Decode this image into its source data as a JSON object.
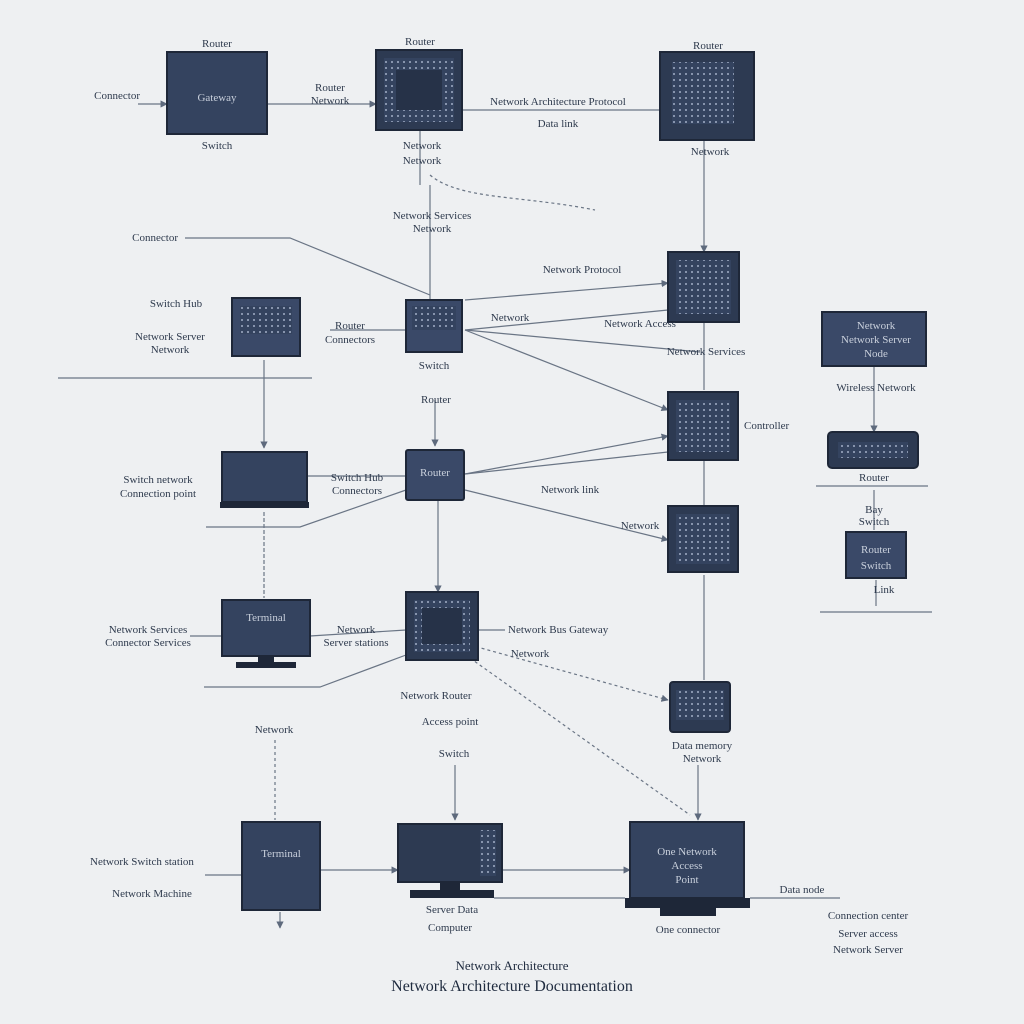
{
  "diagram": {
    "subtitle": "Network Architecture",
    "title": "Network Architecture Documentation",
    "labels": {
      "n1_top": "Router",
      "n1_left": "Connector",
      "n1_box": "Gateway",
      "n1_bottom": "Switch",
      "n2_top": "Router",
      "n2_mid1": "Router",
      "n2_mid2": "Network",
      "n2_mid3": "Network",
      "n3_top": "Router",
      "link_top": "Network Architecture Protocol",
      "link_top2": "Data link",
      "n3_bottom": "Network",
      "mid_a": "Network",
      "mid_b": "Network Services",
      "mid_c": "Network",
      "left_conn": "Connector",
      "server_top": "Switch Hub",
      "server_l1": "Network Server",
      "server_l2": "Network",
      "node_mid_l1": "Router",
      "node_mid_l2": "Connectors",
      "node_mid_bottom": "Switch",
      "right_mid1": "Network Protocol",
      "right_mid2": "Network",
      "right_mid3": "Network Access",
      "cpu1_right": "Network",
      "line_a": "Network Services",
      "cpu2_right": "Controller",
      "hub_up": "Router",
      "lap_left1": "Switch network",
      "lap_left2": "Connection point",
      "sw_right1": "Switch Hub",
      "sw_right2": "Connectors",
      "sw_box": "Router",
      "mid_link": "Network link",
      "cpu3_line": "Network",
      "mon_left1": "Network Services",
      "mon_left2": "Connector Services",
      "mon_box": "Terminal",
      "mon_right1": "Network",
      "mon_right2": "Server stations",
      "mb_right": "Network Bus Gateway",
      "mb_bottom1": "Network Router",
      "mb_bottom2": "Access point",
      "mb_bottom3": "Switch",
      "line_b": "Network",
      "small_right1": "Data memory",
      "small_right2": "Network",
      "mon_bottom": "Network",
      "panel_l1": "Network",
      "panel_l2": "Network Server",
      "panel_l3": "Node",
      "panel_below": "Wireless Network",
      "hub_label": "Router",
      "hub_below1": "Bay",
      "hub_below2": "Switch",
      "small_box": "Router",
      "small_box2": "Switch",
      "small_below": "Link",
      "b1_left1": "Network Switch station",
      "b1_left2": "Network Machine",
      "b1_box": "Terminal",
      "b2_bottom1": "Server Data",
      "b2_bottom2": "Computer",
      "b3_l1": "One Network",
      "b3_l2": "Access",
      "b3_l3": "Point",
      "b3_bottom": "One connector",
      "br_1": "Data node",
      "br_2": "Connection center",
      "br_3": "Server access",
      "br_4": "Network Server"
    }
  }
}
